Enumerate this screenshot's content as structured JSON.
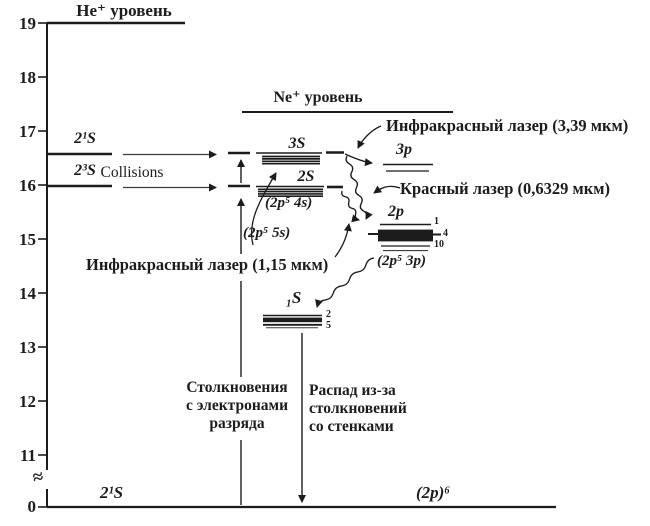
{
  "colors": {
    "ink": "#1c1c1c",
    "arrow_gray": "#3d3d3d"
  },
  "axis": {
    "unit": "eV (implied)",
    "ticks": [
      "19",
      "18",
      "17",
      "16",
      "15",
      "14",
      "13",
      "12",
      "11",
      "0"
    ],
    "break_symbol": "≈"
  },
  "top": {
    "he_ion_label": "He⁺ уровень",
    "ne_ion_label": "Ne⁺ уровень"
  },
  "helium": {
    "level_2_1s": "2¹S",
    "level_2_3s": "2³S",
    "collisions_label": "Collisions",
    "ground_label": "2¹S"
  },
  "neon": {
    "level_3s": "3S",
    "level_2s": "2S",
    "level_3p": "3p",
    "level_2p": "2p",
    "level_1s": "₁S",
    "cfg_5s": "(2p⁵ 5s)",
    "cfg_4s": "(2p⁵ 4s)",
    "cfg_3p": "(2p⁵ 3p)",
    "ground_label": "(2p)⁶",
    "sub_2p_top": "1",
    "sub_2p_mid": "4",
    "sub_2p_bot": "10",
    "sub_1s_top": "2",
    "sub_1s_bot": "5"
  },
  "annotations": {
    "ir_laser_339": "Инфракрасный лазер (3,39 мкм)",
    "red_laser": "Красный лазер (0,6329 мкм)",
    "ir_laser_115": "Инфракрасный лазер (1,15 мкм)",
    "electron_collisions": [
      "Столкновения",
      "с электронами",
      "разряда"
    ],
    "wall_decay": [
      "Распад из-за",
      "столкновений",
      "со стенками"
    ]
  },
  "levels_ev_approx": {
    "he_ion": 19.0,
    "ne_ion": 17.4,
    "he_2_1s": 16.6,
    "he_2_3s": 16.0,
    "ne_3s": 16.6,
    "ne_2s": 16.0,
    "ne_3p": 16.4,
    "ne_2p": 15.1,
    "ne_1s": 13.5,
    "ground": 0
  }
}
